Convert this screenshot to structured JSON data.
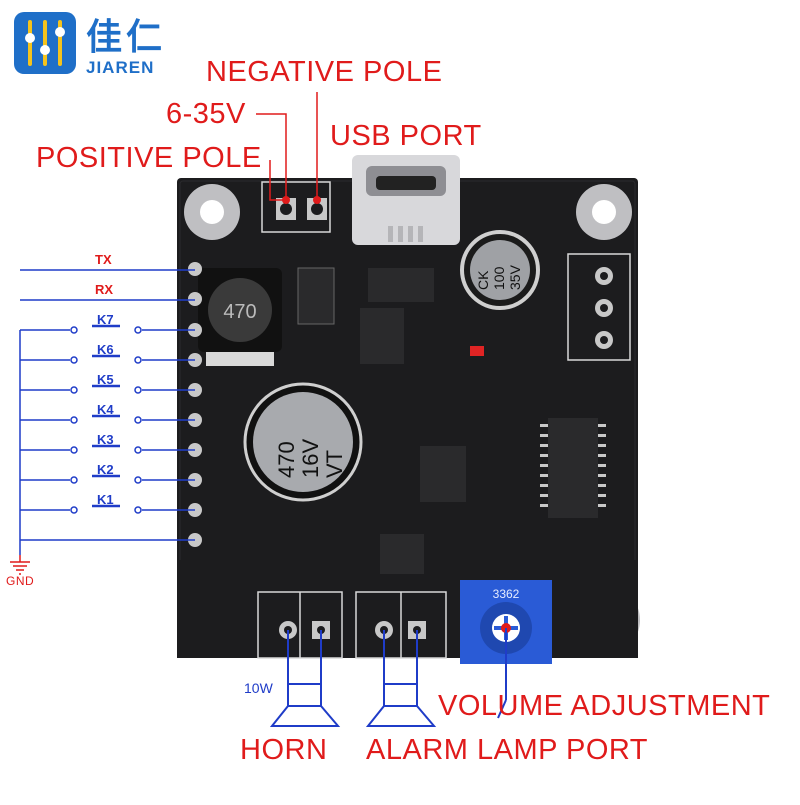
{
  "brand": {
    "name_cn": "佳仁",
    "name_en": "JIAREN"
  },
  "labels": {
    "negative_pole": "NEGATIVE POLE",
    "voltage": "6-35V",
    "usb_port": "USB PORT",
    "positive_pole": "POSITIVE POLE",
    "volume_adjustment": "VOLUME ADJUSTMENT",
    "horn": "HORN",
    "alarm_lamp_port": "ALARM LAMP PORT",
    "horn_power": "10W",
    "gnd": "GND"
  },
  "pins": {
    "tx": "TX",
    "rx": "RX",
    "keys": [
      "K7",
      "K6",
      "K5",
      "K4",
      "K3",
      "K2",
      "K1"
    ]
  },
  "components": {
    "cap_big": [
      "470",
      "16V",
      "VT"
    ],
    "cap_small": [
      "CK",
      "100",
      "35V"
    ],
    "inductor": "470",
    "potentiometer": "3362"
  },
  "colors": {
    "label_red": "#e01b1b",
    "line_blue": "#1f3cc8",
    "pcb": "#1c1c1e",
    "brand_blue": "#1f6fc8",
    "trimmer_blue": "#2a5bd6"
  }
}
